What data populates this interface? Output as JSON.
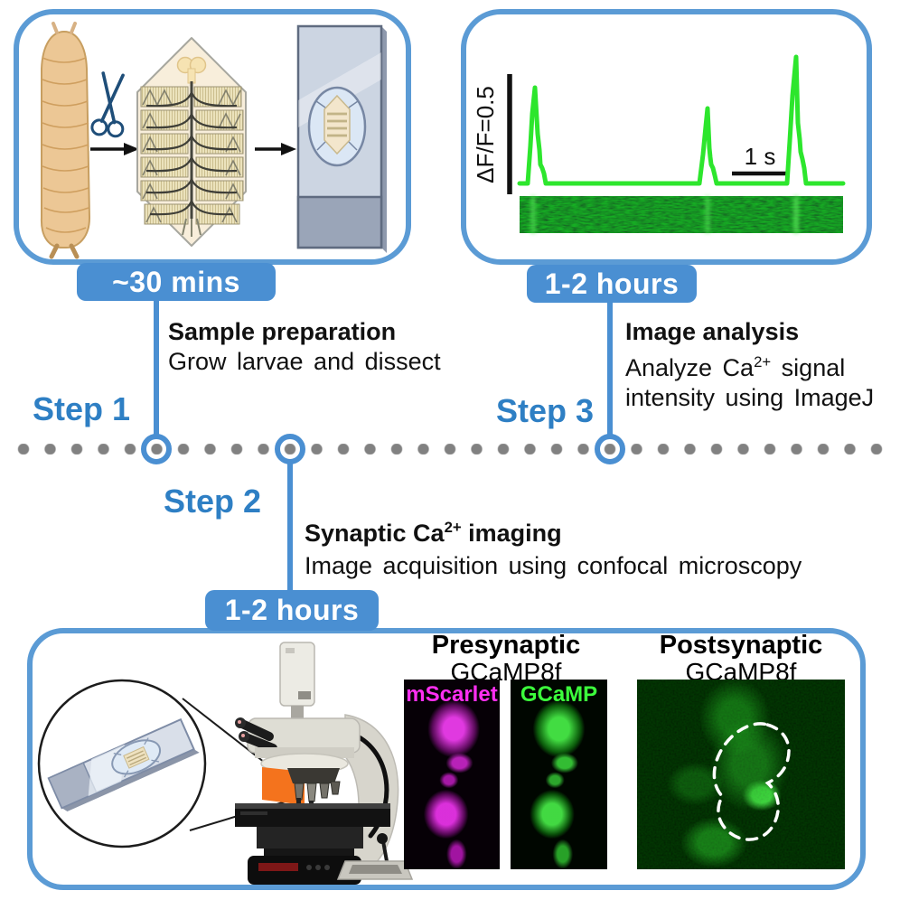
{
  "colors": {
    "accent_blue": "#4a8fd2",
    "panel_border_blue": "#5b9bd5",
    "step_label_blue": "#2e7fc4",
    "timeline_dot_gray": "#818181",
    "trace_green": "#2de62d",
    "mscarlet_magenta": "#ff2ff2",
    "gcamp_green": "#3cff3c",
    "text_black": "#111111"
  },
  "step1": {
    "label": "Step 1",
    "badge": "~30 mins",
    "title": "Sample preparation",
    "description": "Grow larvae and dissect"
  },
  "step2": {
    "label": "Step 2",
    "badge": "1-2 hours",
    "title_prefix": "Synaptic Ca",
    "title_sup": "2+",
    "title_suffix": " imaging",
    "description": "Image acquisition using confocal microscopy"
  },
  "step3": {
    "label": "Step 3",
    "badge": "1-2 hours",
    "title": "Image analysis",
    "description_prefix": "Analyze Ca",
    "description_sup": "2+",
    "description_suffix": " signal",
    "description_line2": "intensity using ImageJ"
  },
  "trace_panel": {
    "y_scale_label": "ΔF/F=0.5",
    "time_scale_label": "1 s"
  },
  "imaging_panel": {
    "presynaptic_title": "Presynaptic",
    "presynaptic_subtitle": "GCaMP8f",
    "channel1_label": "mScarlet",
    "channel2_label": "GCaMP",
    "postsynaptic_title": "Postsynaptic",
    "postsynaptic_subtitle": "GCaMP8f"
  }
}
